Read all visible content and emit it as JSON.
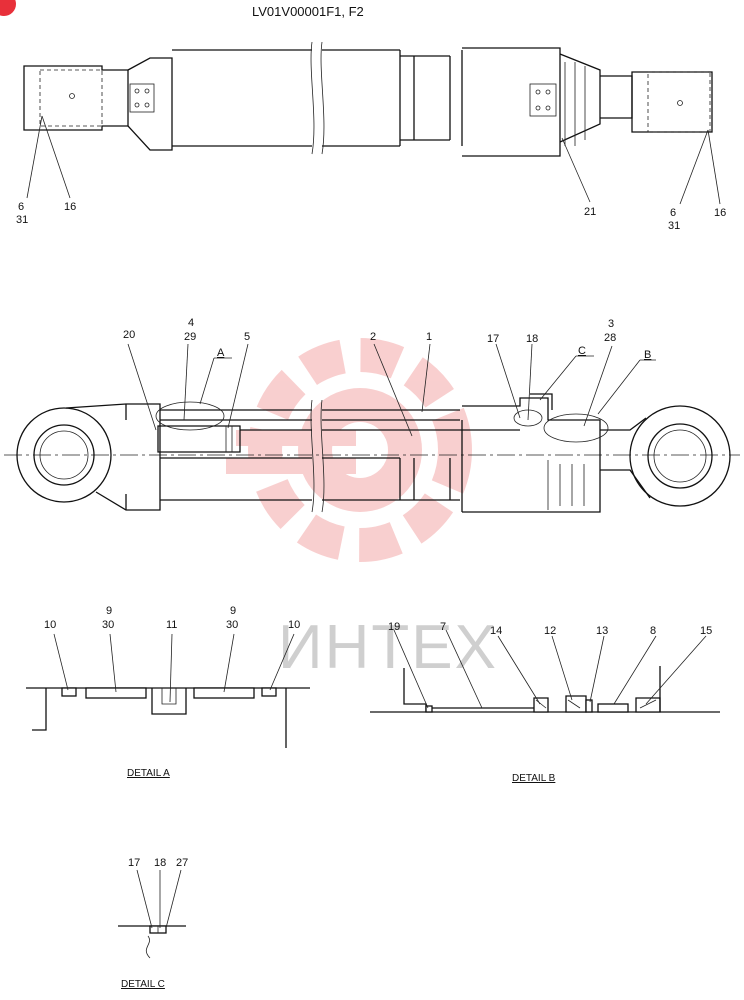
{
  "title": "LV01V00001F1, F2",
  "watermark": "ИНТЕХ",
  "colors": {
    "line": "#111111",
    "watermark_gear": "#f4a8a8",
    "badge": "#e8303a"
  },
  "top_view": {
    "labels": {
      "left_6": "6",
      "left_31": "31",
      "left_16": "16",
      "l21": "21",
      "right_6": "6",
      "right_31": "31",
      "right_16": "16"
    }
  },
  "section_view": {
    "labels": {
      "l20": "20",
      "l4": "4",
      "l29": "29",
      "lA": "A",
      "l5": "5",
      "l2": "2",
      "l1": "1",
      "l17": "17",
      "l18": "18",
      "lC": "C",
      "l3": "3",
      "l28": "28",
      "lB": "B"
    }
  },
  "detail_a": {
    "caption": "DETAIL  A",
    "labels": {
      "l10a": "10",
      "l9a": "9",
      "l30a": "30",
      "l11": "11",
      "l9b": "9",
      "l30b": "30",
      "l10b": "10"
    }
  },
  "detail_b": {
    "caption": "DETAIL  B",
    "labels": {
      "l19": "19",
      "l7": "7",
      "l14": "14",
      "l12": "12",
      "l13": "13",
      "l8": "8",
      "l15": "15"
    }
  },
  "detail_c": {
    "caption": "DETAIL  C",
    "labels": {
      "l17": "17",
      "l18": "18",
      "l27": "27"
    }
  }
}
